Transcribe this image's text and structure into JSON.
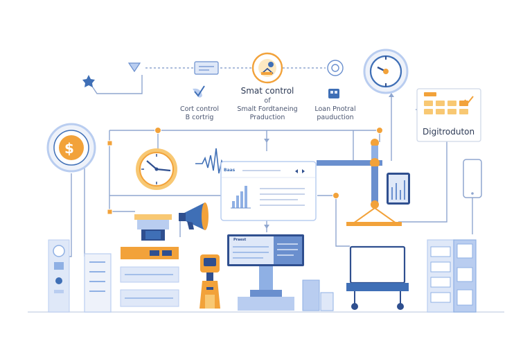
{
  "labels": {
    "smart_control_title": "Smat control",
    "smart_control_sub": "of",
    "left_label_1": "Cort control",
    "left_label_2": "B cortrig",
    "mid_label_1": "Smalt Fordtaneing",
    "mid_label_2": "Praduction",
    "right_label_1": "Loan Pnotral",
    "right_label_2": "pauduction",
    "digiproduction": "Digitroduton",
    "dashboard_tag": "Baas",
    "monitor_tag": "Praest",
    "currency_symbol": "$"
  },
  "colors": {
    "accent_blue": "#4a7fcf",
    "light_blue": "#b9cdf0",
    "pale_blue": "#dfe8f8",
    "accent_orange": "#f2a23a",
    "light_orange": "#f8c873",
    "line": "#8fa6cf",
    "navy": "#2f4f8f"
  }
}
